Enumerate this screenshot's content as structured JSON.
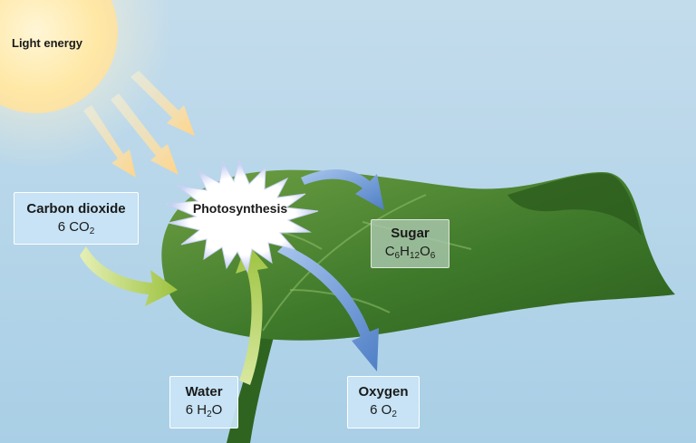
{
  "labels": {
    "light_energy": "Light energy",
    "photosynthesis": "Photosynthesis",
    "carbon_dioxide": {
      "title": "Carbon dioxide",
      "coef": "6",
      "f1": "CO",
      "s1": "2"
    },
    "sugar": {
      "title": "Sugar",
      "f1": "C",
      "s1": "6",
      "f2": "H",
      "s2": "12",
      "f3": "O",
      "s3": "6"
    },
    "water": {
      "title": "Water",
      "coef": "6",
      "f1": "H",
      "s1": "2",
      "f2": "O"
    },
    "oxygen": {
      "title": "Oxygen",
      "coef": "6",
      "f1": "O",
      "s1": "2"
    }
  },
  "colors": {
    "sky_top": "#bcd9ea",
    "sky_bottom": "#a8cfe6",
    "sun": "#ffe9a8",
    "light_arrow": "#ffd98e",
    "leaf": "#3f7d2c",
    "leaf_light": "#6e9f3f",
    "stem": "#2f6420",
    "input_arrow": "#a9c94a",
    "output_arrow": "#5a86c8",
    "burst": "#ffffff"
  }
}
